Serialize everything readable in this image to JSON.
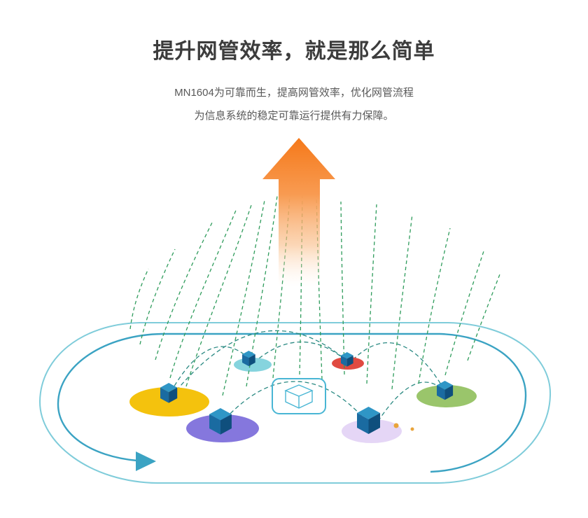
{
  "header": {
    "title": "提升网管效率，就是那么简单",
    "subtitle_line1": "MN1604为可靠而生，提高网管效率，优化网管流程",
    "subtitle_line2": "为信息系统的稳定可靠运行提供有力保障。"
  },
  "illustration": {
    "label": "network-management-efficiency-diagram",
    "colors": {
      "arrow_orange": "#f5791a",
      "arrow_orange_light": "#f89b52",
      "flow_line_green": "#2f9c5c",
      "arc_teal": "#2b8a83",
      "platform_teal": "#7fccda",
      "platform_flow_teal": "#3ba3c3",
      "node_yellow": "#f4c20d",
      "node_purple": "#8577dd",
      "node_cyan": "#86d4de",
      "node_red": "#e04a41",
      "node_green": "#9ac56b",
      "node_lavender": "#e5d6f6",
      "cube_top": "#2f96c6",
      "cube_left": "#1a6ba1",
      "cube_right": "#0f4f7d",
      "center_icon_teal": "#49b6d4",
      "dot_orange": "#e9a43b"
    }
  }
}
